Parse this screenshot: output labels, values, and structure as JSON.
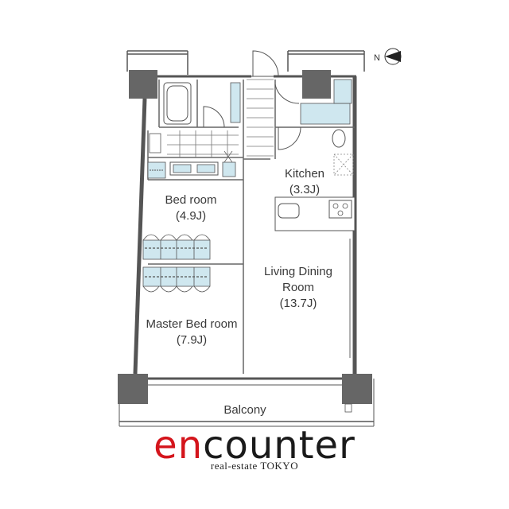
{
  "compass": {
    "label": "N"
  },
  "rooms": {
    "kitchen": {
      "name": "Kitchen",
      "size": "(3.3J)"
    },
    "bedroom": {
      "name": "Bed room",
      "size": "(4.9J)"
    },
    "living": {
      "line1": "Living Dining",
      "line2": "Room",
      "size": "(13.7J)"
    },
    "master": {
      "name": "Master Bed room",
      "size": "(7.9J)"
    },
    "balcony": {
      "name": "Balcony"
    }
  },
  "brand": {
    "logo_accent": "en",
    "logo_rest": "counter",
    "tagline": "real-estate TOKYO",
    "accent_color": "#d4151c"
  },
  "colors": {
    "wall": "#555555",
    "column": "#666666",
    "fixture": "#cfe7ef"
  }
}
